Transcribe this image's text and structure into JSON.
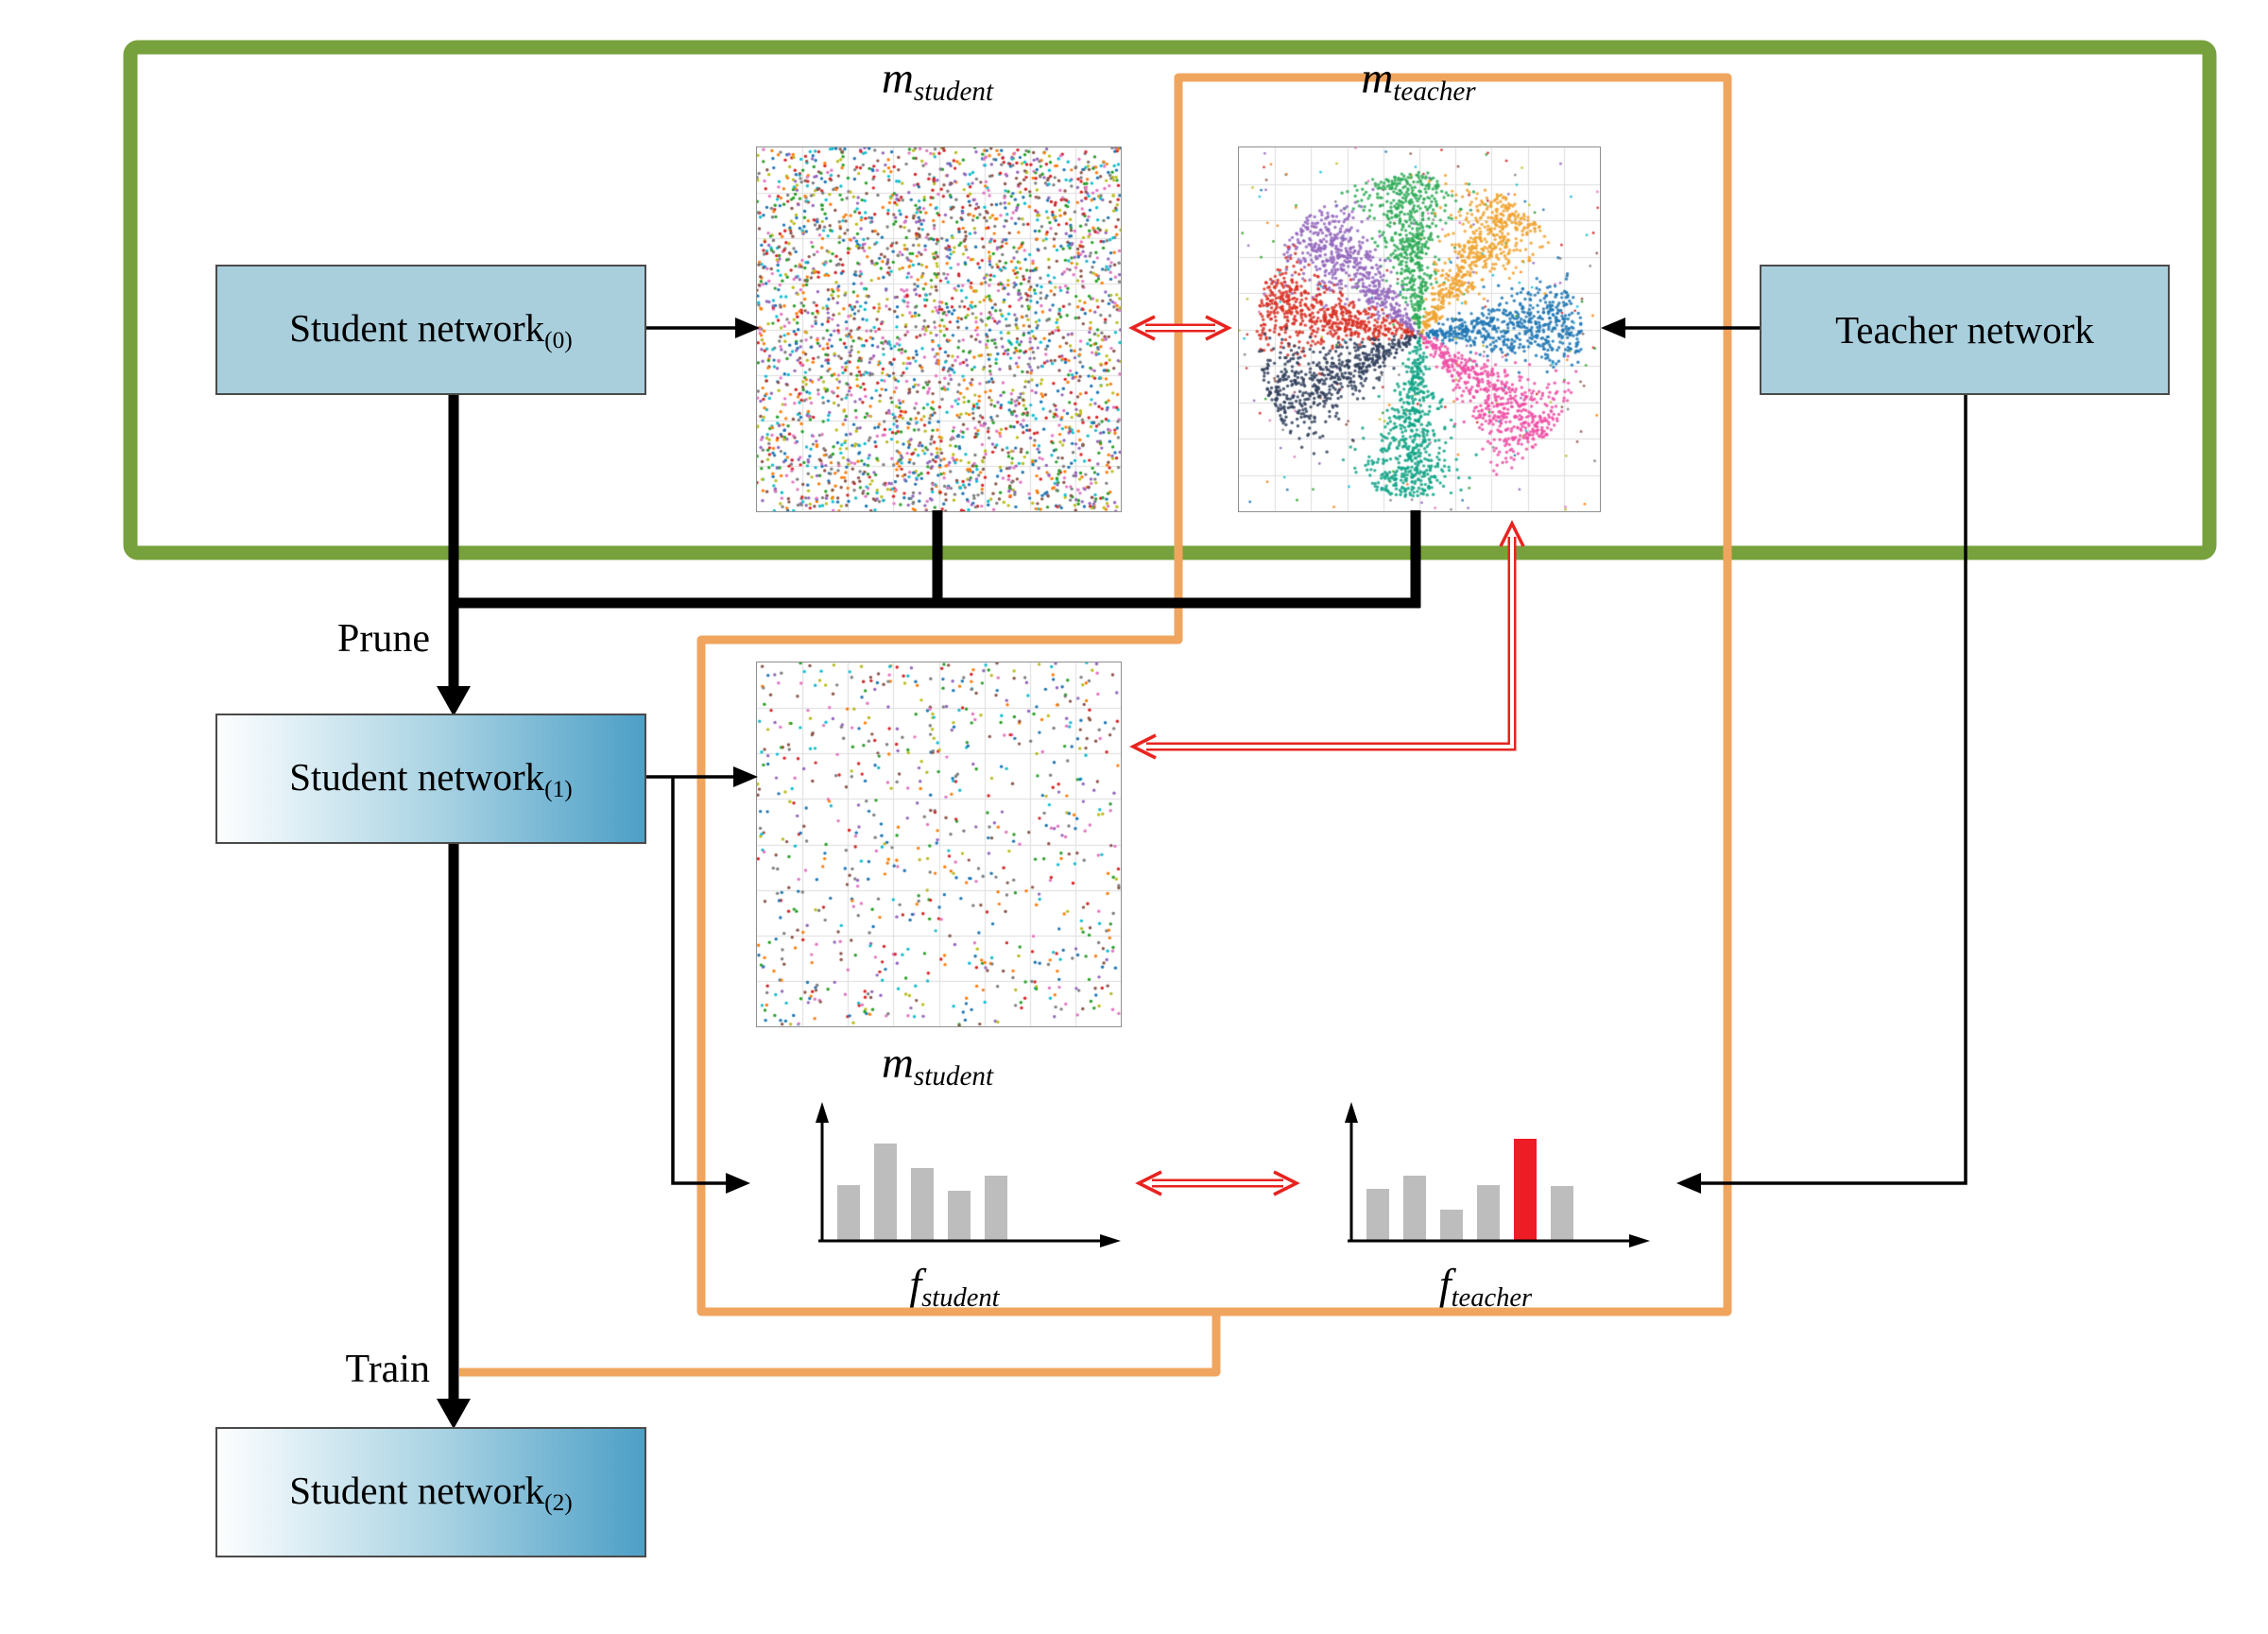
{
  "colors": {
    "green_border": "#77a13c",
    "orange_border": "#f0a55f",
    "box_fill": "#a9cfdd",
    "box_gradient_end": "#4d9fc7",
    "red_arrow": "#e8231f",
    "bar_gray": "#bdbdbd",
    "bar_red": "#ee1c25"
  },
  "boxes": {
    "student0": {
      "label": "Student network",
      "sub": "(0)"
    },
    "teacher": {
      "label": "Teacher network"
    },
    "student1": {
      "label": "Student network",
      "sub": "(1)"
    },
    "student2": {
      "label": "Student network",
      "sub": "(2)"
    }
  },
  "labels": {
    "m_student_top": {
      "main": "m",
      "sub": "student"
    },
    "m_teacher": {
      "main": "m",
      "sub": "teacher"
    },
    "m_student_mid": {
      "main": "m",
      "sub": "student"
    },
    "f_student": {
      "main": "f",
      "sub": "student"
    },
    "f_teacher": {
      "main": "f",
      "sub": "teacher"
    },
    "prune": "Prune",
    "train": "Train"
  },
  "plots": {
    "palette": [
      "#1f77b4",
      "#ff7f0e",
      "#2ca02c",
      "#d62728",
      "#9467bd",
      "#8c564b",
      "#e377c2",
      "#7f7f7f",
      "#bcbd22",
      "#17becf"
    ],
    "m_student_top": {
      "kind": "uniform",
      "points": 3200,
      "dot_radius": 1.7,
      "grid_divisions": 8
    },
    "m_teacher": {
      "kind": "pinwheel",
      "noise_points": 260,
      "cluster_points": 560,
      "grid_divisions": 10,
      "clusters": [
        {
          "color": "#2eab57",
          "angle": 95
        },
        {
          "color": "#9467bd",
          "angle": 135
        },
        {
          "color": "#f0a32f",
          "angle": 55
        },
        {
          "color": "#1f77b4",
          "angle": 5
        },
        {
          "color": "#ee4fa4",
          "angle": -40
        },
        {
          "color": "#12a487",
          "angle": -95
        },
        {
          "color": "#d93025",
          "angle": 168
        },
        {
          "color": "#31405c",
          "angle": 205
        }
      ]
    },
    "m_student_mid": {
      "kind": "uniform",
      "points": 780,
      "dot_radius": 1.7,
      "grid_divisions": 8
    }
  },
  "charts": {
    "f_student": {
      "values": [
        0.45,
        0.78,
        0.58,
        0.4,
        0.52
      ],
      "highlight_index": -1
    },
    "f_teacher": {
      "values": [
        0.42,
        0.52,
        0.25,
        0.45,
        0.82,
        0.44
      ],
      "highlight_index": 4
    }
  }
}
